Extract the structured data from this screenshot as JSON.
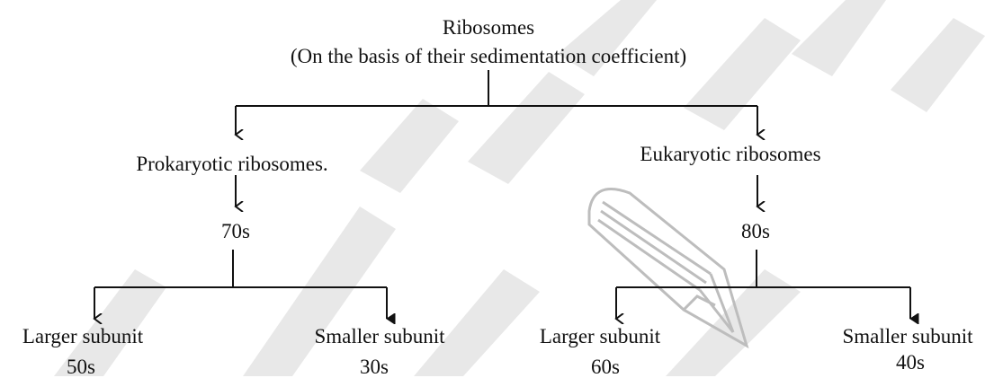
{
  "root": {
    "title": "Ribosomes",
    "subtitle": "(On the basis of their sedimentation coefficient)"
  },
  "branches": {
    "prokaryotic": {
      "label": "Prokaryotic ribosomes.",
      "value": "70s",
      "larger": {
        "label": "Larger subunit",
        "value": "50s"
      },
      "smaller": {
        "label": "Smaller subunit",
        "value": "30s"
      }
    },
    "eukaryotic": {
      "label": "Eukaryotic ribosomes",
      "value": "80s",
      "larger": {
        "label": "Larger subunit",
        "value": "60s"
      },
      "smaller": {
        "label": "Smaller subunit",
        "value": "40s"
      }
    }
  },
  "colors": {
    "text": "#111111",
    "line": "#111111",
    "watermark": "#e6e6e6",
    "watermark_icon": "#bdbdbd"
  }
}
